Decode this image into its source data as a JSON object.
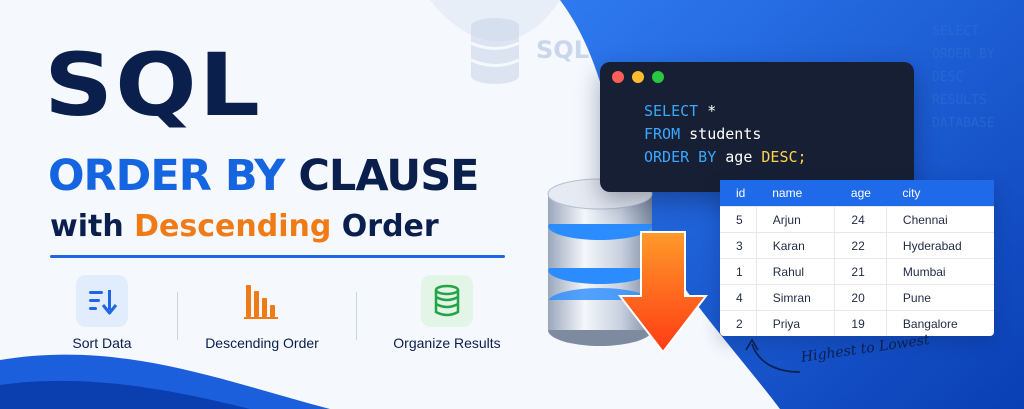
{
  "heading": {
    "line1": "SQL",
    "line2_part1": "ORDER BY",
    "line2_part2": "CLAUSE",
    "line3_part1": "with ",
    "line3_part2": "Descending",
    "line3_part3": " Order"
  },
  "watermark": "SQL",
  "features": [
    {
      "label": "Sort Data",
      "icon": "sort-descending-icon"
    },
    {
      "label": "Descending Order",
      "icon": "bar-chart-descending-icon"
    },
    {
      "label": "Organize Results",
      "icon": "database-icon"
    }
  ],
  "terminal": {
    "line1_kw": "SELECT",
    "line1_rest": " *",
    "line2_kw": "FROM",
    "line2_rest": " students",
    "line3_kw": "ORDER BY",
    "line3_rest": " age ",
    "line3_hl": "DESC;"
  },
  "table": {
    "columns": [
      "id",
      "name",
      "age",
      "city"
    ],
    "rows": [
      [
        "5",
        "Arjun",
        "24",
        "Chennai"
      ],
      [
        "3",
        "Karan",
        "22",
        "Hyderabad"
      ],
      [
        "1",
        "Rahul",
        "21",
        "Mumbai"
      ],
      [
        "4",
        "Simran",
        "20",
        "Pune"
      ],
      [
        "2",
        "Priya",
        "19",
        "Bangalore"
      ]
    ]
  },
  "side_keywords": [
    "SELECT",
    "ORDER BY",
    "DESC",
    "RESULTS",
    "DATABASE"
  ],
  "hint": "Highest to Lowest",
  "colors": {
    "navy": "#0b1f4d",
    "blue": "#1565e0",
    "orange": "#f07a16",
    "terminal_bg": "#161f33"
  }
}
